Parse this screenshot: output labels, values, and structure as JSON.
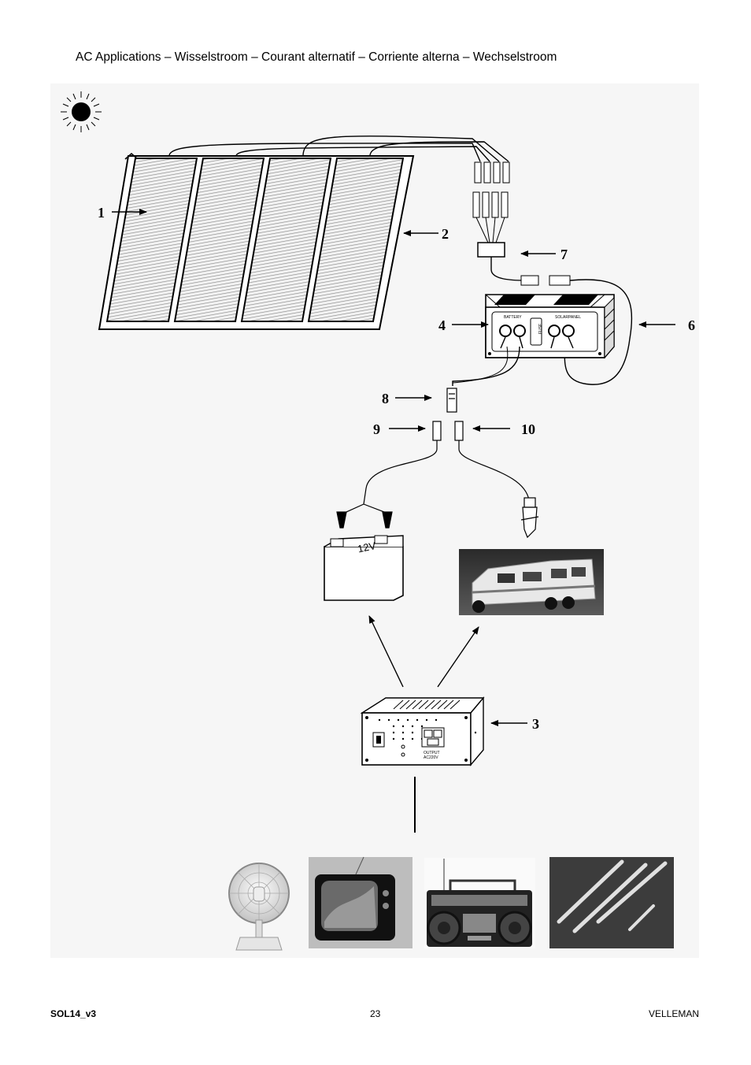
{
  "page": {
    "title": "AC Applications – Wisselstroom – Courant alternatif – Corriente alterna – Wechselstroom"
  },
  "callouts": {
    "solar_cell": "1",
    "panel_frame": "2",
    "inverter": "3",
    "controller_battery_side": "4",
    "controller_panel_cable": "6",
    "junction_box": "7",
    "output_plug": "8",
    "clamp_connector": "9",
    "lighter_connector": "10"
  },
  "labels": {
    "controller_battery": "BATTERY",
    "controller_solarpanel": "SOLARPANEL",
    "controller_fuse": "FUSE",
    "battery_voltage": "12V",
    "inverter_output_line1": "OUTPUT",
    "inverter_output_line2": "AC220V"
  },
  "footer": {
    "model": "SOL14_v3",
    "page_number": "23",
    "brand": "VELLEMAN"
  }
}
